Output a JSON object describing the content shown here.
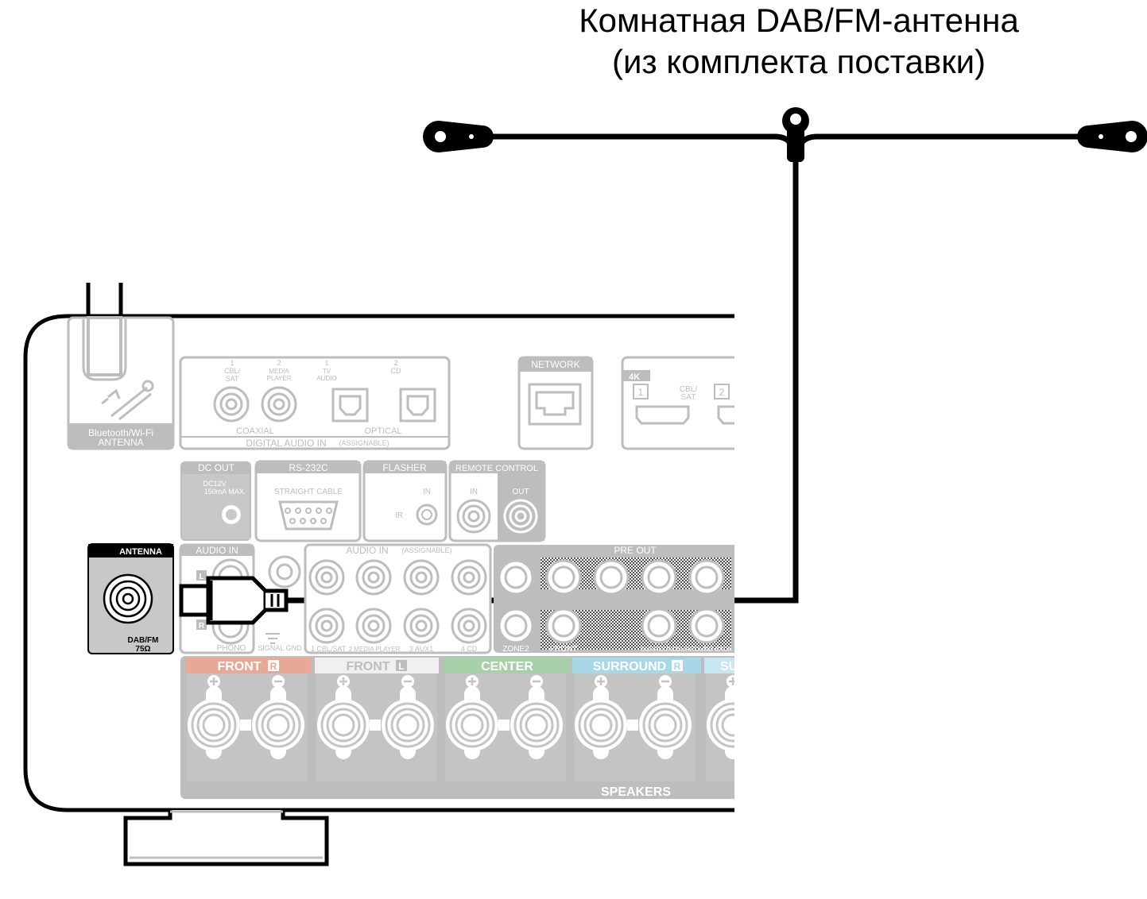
{
  "title": {
    "line1": "Комнатная DAB/FM-антенна",
    "line2": "(из комплекта поставки)"
  },
  "panel": {
    "bt_antenna": {
      "line1": "Bluetooth/Wi-Fi",
      "line2": "ANTENNA"
    },
    "digital_audio_in": {
      "label": "DIGITAL AUDIO IN",
      "assignable": "(ASSIGNABLE)",
      "coaxial": "COAXIAL",
      "optical": "OPTICAL",
      "ports": [
        {
          "num": "1",
          "line1": "CBL/",
          "line2": "SAT"
        },
        {
          "num": "2",
          "line1": "MEDIA",
          "line2": "PLAYER"
        },
        {
          "num": "1",
          "line1": "TV",
          "line2": "AUDIO"
        },
        {
          "num": "2",
          "line1": "CD",
          "line2": ""
        }
      ]
    },
    "network": "NETWORK",
    "hdmi": {
      "badge": "4K",
      "n1": "1",
      "src1_l1": "CBL/",
      "src1_l2": "SAT",
      "n2": "2"
    },
    "dc_out": {
      "label": "DC OUT",
      "spec1": "DC12V",
      "spec2": "150mA MAX."
    },
    "rs232c": {
      "label": "RS-232C",
      "cable": "STRAIGHT CABLE"
    },
    "flasher": {
      "label": "FLASHER",
      "in": "IN",
      "ir": "IR"
    },
    "remote_control": {
      "label": "REMOTE CONTROL",
      "in": "IN",
      "out": "OUT"
    },
    "antenna": {
      "label": "ANTENNA",
      "l1": "DAB/FM",
      "l2": "75Ω"
    },
    "audio_in_left": "AUDIO IN",
    "audio_in": {
      "label": "AUDIO IN",
      "assignable": "(ASSIGNABLE)"
    },
    "pre_out": "PRE OUT",
    "bottom_labels": {
      "phono": "PHONO",
      "signal_gnd": "SIGNAL GND",
      "in1": "1 CBL/SAT",
      "in2": "2 MEDIA PLAYER",
      "in3": "3 AUX1",
      "in4": "4 CD",
      "zone2": "ZONE2",
      "front": "FRONT",
      "surround": "SURROUND",
      "surround_back": "SURROUND BACK"
    },
    "lr": {
      "l": "L",
      "r": "R"
    },
    "speakers": {
      "label": "SPEAKERS",
      "channels": [
        {
          "name": "FRONT",
          "side": "R",
          "color": "#e8a898"
        },
        {
          "name": "FRONT",
          "side": "L",
          "color": "#f0f0f0"
        },
        {
          "name": "CENTER",
          "side": "",
          "color": "#a8d0a8"
        },
        {
          "name": "SURROUND",
          "side": "R",
          "color": "#a8d8e8"
        },
        {
          "name": "SU",
          "side": "",
          "color": "#c8e6f0"
        }
      ]
    }
  },
  "colors": {
    "panel_gray": "#bdbdbd",
    "port_gray": "#c4c4c4",
    "line": "#000000"
  }
}
